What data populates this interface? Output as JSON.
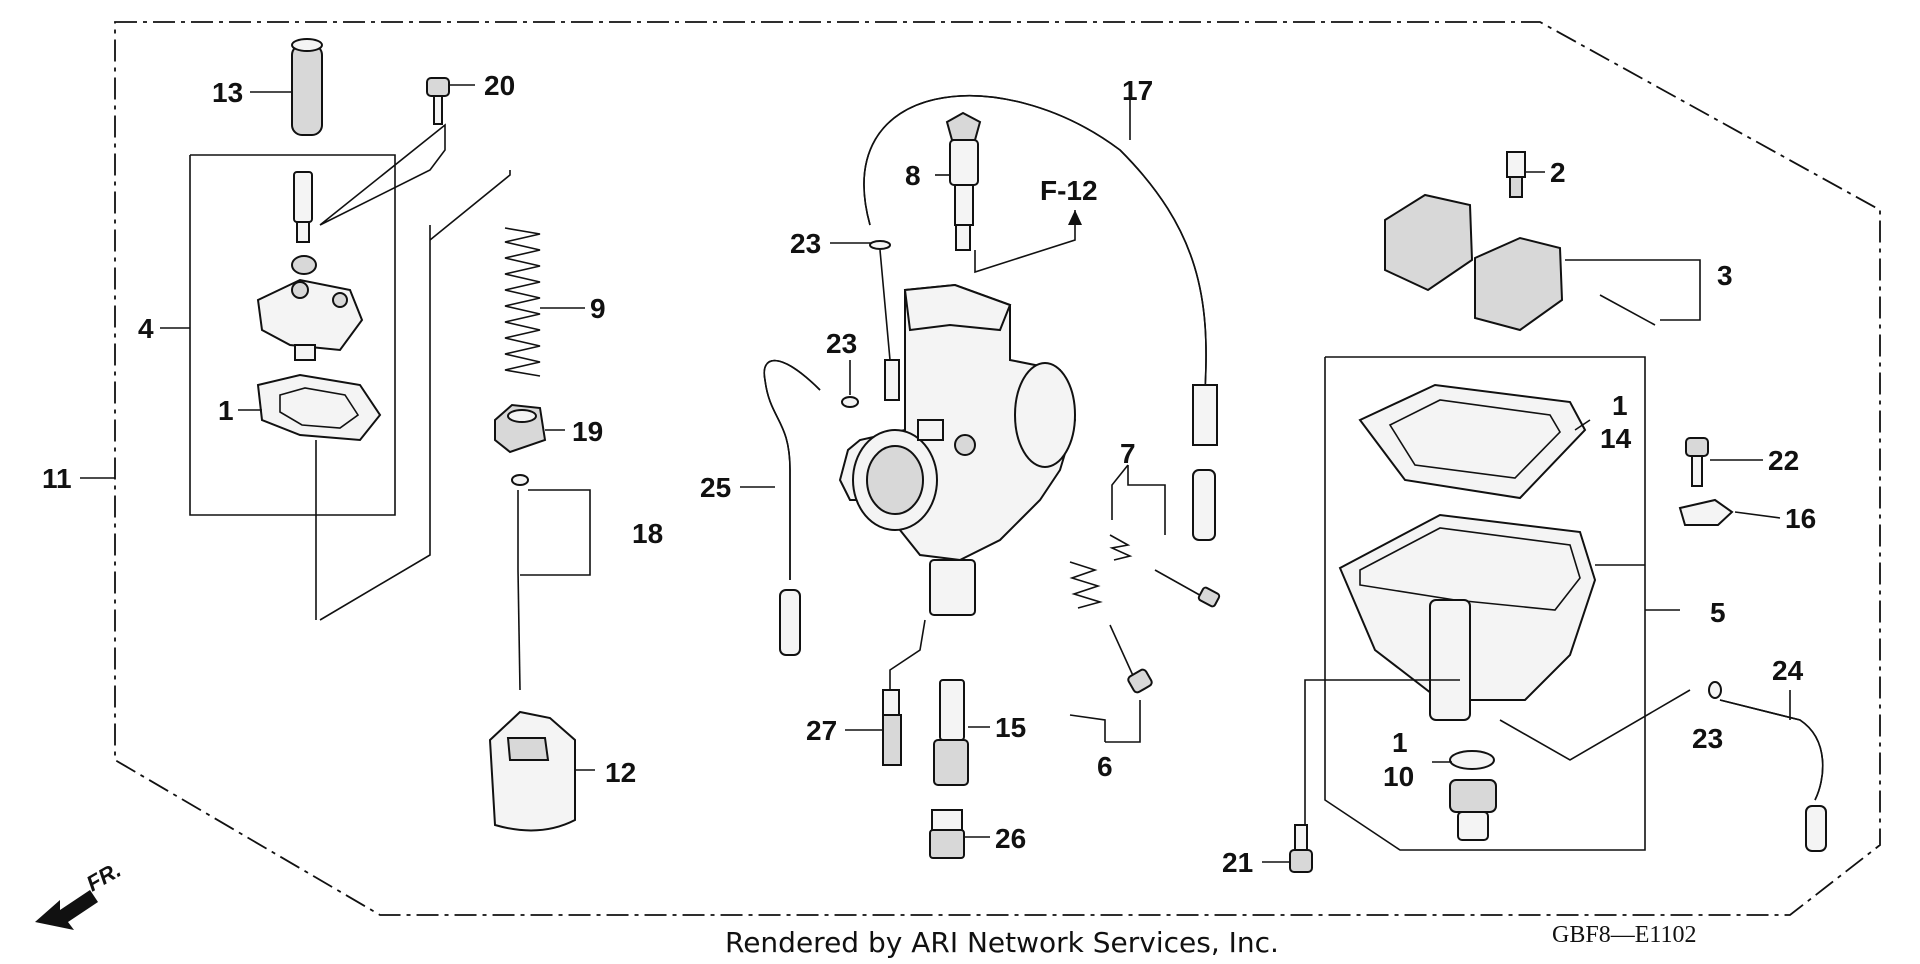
{
  "diagram": {
    "callouts": [
      {
        "id": "p1a",
        "label": "1"
      },
      {
        "id": "p1b",
        "label": "1"
      },
      {
        "id": "p1c",
        "label": "1"
      },
      {
        "id": "p2",
        "label": "2"
      },
      {
        "id": "p3",
        "label": "3"
      },
      {
        "id": "p4",
        "label": "4"
      },
      {
        "id": "p5",
        "label": "5"
      },
      {
        "id": "p6",
        "label": "6"
      },
      {
        "id": "p7",
        "label": "7"
      },
      {
        "id": "p8",
        "label": "8"
      },
      {
        "id": "p9",
        "label": "9"
      },
      {
        "id": "p10",
        "label": "10"
      },
      {
        "id": "p11",
        "label": "11"
      },
      {
        "id": "p12",
        "label": "12"
      },
      {
        "id": "p13",
        "label": "13"
      },
      {
        "id": "p14",
        "label": "14"
      },
      {
        "id": "p15",
        "label": "15"
      },
      {
        "id": "p16",
        "label": "16"
      },
      {
        "id": "p17",
        "label": "17"
      },
      {
        "id": "p18",
        "label": "18"
      },
      {
        "id": "p19",
        "label": "19"
      },
      {
        "id": "p20",
        "label": "20"
      },
      {
        "id": "p21",
        "label": "21"
      },
      {
        "id": "p22",
        "label": "22"
      },
      {
        "id": "p23a",
        "label": "23"
      },
      {
        "id": "p23b",
        "label": "23"
      },
      {
        "id": "p23c",
        "label": "23"
      },
      {
        "id": "p24",
        "label": "24"
      },
      {
        "id": "p25",
        "label": "25"
      },
      {
        "id": "p26",
        "label": "26"
      },
      {
        "id": "p27",
        "label": "27"
      }
    ],
    "reference_label": "F-12",
    "direction_label": "FR.",
    "footer_text": "Rendered by ARI Network Services, Inc.",
    "diagram_code": "GBF8—E1102"
  }
}
